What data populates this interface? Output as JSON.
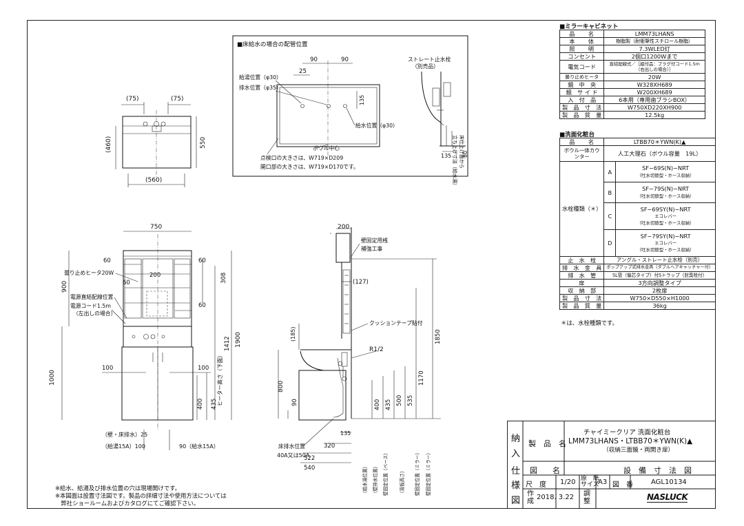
{
  "floor_inset": {
    "title": "■床給水の場合の配管位置",
    "dims": [
      "90",
      "90",
      "25",
      "135",
      "135",
      "80"
    ],
    "labels": {
      "hot_water": "給湯位置（φ30）",
      "drain": "排水位置（φ35）",
      "water_supply": "給水位置（φ30）",
      "bowl_center": "ボウル中心",
      "inspection_1": "点検口の大きさは、W719×D209",
      "inspection_2": "開口部の大きさは、W719×D170です。",
      "straight_valve": "ストレート止水栓",
      "separate_item": "（別売品）",
      "rise_1": "床仕上げ面から",
      "rise_2": "立ち上げ寸法（給水湯）"
    }
  },
  "top_view": {
    "dims": [
      "(75)",
      "(75)",
      "(460)",
      "550",
      "(560)"
    ]
  },
  "front_view": {
    "dims": [
      "750",
      "60",
      "60",
      "200",
      "308",
      "60",
      "60",
      "900",
      "1412",
      "1900",
      "1000",
      "100",
      "100",
      "400",
      "435"
    ],
    "labels": {
      "anti_fog_heater": "曇り止めヒータ20W",
      "power_wiring": "電源直結配線位置",
      "power_cord": "電源コード1.5m",
      "left_exit": "（左出しの場合）",
      "heater_height": "ヒーター高さ（下面）",
      "wall_floor_drain": "（壁・床排水）25",
      "hot_water_15a": "（給湯15A）100",
      "water_15a": "90（給水15A）"
    }
  },
  "side_view": {
    "dims": [
      "200",
      "(127)",
      "(185)",
      "R1/2",
      "800",
      "90",
      "400",
      "435",
      "500",
      "535",
      "1170",
      "1850",
      "135",
      "320",
      "522",
      "540"
    ],
    "labels": {
      "wall_fixing_1": "壁固定用桟",
      "wall_fixing_2": "補強工事",
      "cushion_tape": "クッションテープ貼付",
      "floor_drain": "床排水位置",
      "drain_size": "40A又は50A",
      "v1": "（給水湯位置）",
      "v2": "（壁排水位置）",
      "v3": "壁固定位置（ベース）",
      "v4": "（背板高さ）",
      "v5": "壁固定位置（ミラー）",
      "v6": "壁固定位置（ミラー）"
    }
  },
  "mirror_cabinet": {
    "header": "■ミラーキャビネット",
    "rows": [
      [
        "品　　名",
        "LMM73LHANS"
      ],
      [
        "本　　体",
        "樹脂製（耐衝撃性スチロール樹脂）"
      ],
      [
        "照　　明",
        "7.3WLED灯"
      ],
      [
        "コンセント",
        "2個口1200Wまで"
      ],
      [
        "電気コード",
        "直結配線式／［組付品：プラグ付コード1.5m（右出しの場合）］"
      ],
      [
        "曇り止めヒータ",
        "20W"
      ],
      [
        "鏡　中　央",
        "W328XH689"
      ],
      [
        "鏡　サ イ ド",
        "W200XH689"
      ],
      [
        "入　付　品",
        "6本用（専用歯ブラシBOX）"
      ],
      [
        "製　品　寸　法",
        "W750XD220XH900"
      ],
      [
        "製　品　質　量",
        "12.5kg"
      ]
    ]
  },
  "vanity": {
    "header": "■洗面化粧台",
    "name_key": "品　　名",
    "name_val": "LTBB70＊YWN(K)▲",
    "bowl_key": "ボウル一体カウンター",
    "bowl_val": "人工大理石（ボウル容量　19L）",
    "faucet_key": "水栓種類（＊）",
    "faucets": [
      {
        "code": "A",
        "model": "SF−69S(N)−NRT",
        "sub": "",
        "note": "（吐水切替型・ホース収納）"
      },
      {
        "code": "B",
        "model": "SF−79S(N)−NRT",
        "sub": "",
        "note": "（吐水切替型・ホース収納）"
      },
      {
        "code": "C",
        "model": "SF−69SY(N)−NRT",
        "sub": "エコレバー",
        "note": "（吐水切替型・ホース収納）"
      },
      {
        "code": "D",
        "model": "SF−79SY(N)−NRT",
        "sub": "エコレバー",
        "note": "（吐水切替型・ホース収納）"
      }
    ],
    "rows": [
      [
        "止　水　栓",
        "アングル・ストレート止水栓（別売）"
      ],
      [
        "排　水　金　具",
        "ポップアップ式排水金具（ダブルヘアキャッチャー付）"
      ],
      [
        "排　水　管",
        "SL管（偏芯タイプ）付Sトラップ（封臭栓付）"
      ],
      [
        "扉",
        "3方向調整タイプ"
      ],
      [
        "収　納　部",
        "2枚扉"
      ],
      [
        "製　品　寸　法",
        "W750×D550×H1000"
      ],
      [
        "製　品　質　量",
        "36kg"
      ]
    ],
    "footnote": "＊は、水栓種類です。"
  },
  "notes": [
    "※給水、給湯及び排水位置の穴は現場開けです。",
    "※本図面は設置寸法図です。製品の詳細寸法や使用方法については",
    "　弊社ショールームおよびカタログにてご確認下さい。"
  ],
  "title_block": {
    "side_label": [
      "納",
      "入",
      "仕",
      "様",
      "図"
    ],
    "product_name_key": "製　品　名",
    "product_line1": "チャイミークリア 洗面化粧台",
    "product_line2": "LMM73LHANS・LTBB70＊YWN(K)▲",
    "product_line3": "（収納三面鏡・両開き扉）",
    "drawing_name_key": "図　　名",
    "drawing_name": "設　備　寸　法　図",
    "scale_key": "尺　度",
    "scale": "1/20",
    "paper_key_1": "原　紙",
    "paper_key_2": "サイズ",
    "paper": "A3",
    "number_key": "図　番",
    "number": "AGL10134",
    "created_key_1": "作",
    "created_key_2": "成",
    "created": "2018. 3.22",
    "adjust_key_1": "調",
    "adjust_key_2": "整",
    "logo": "NASLUCK"
  }
}
